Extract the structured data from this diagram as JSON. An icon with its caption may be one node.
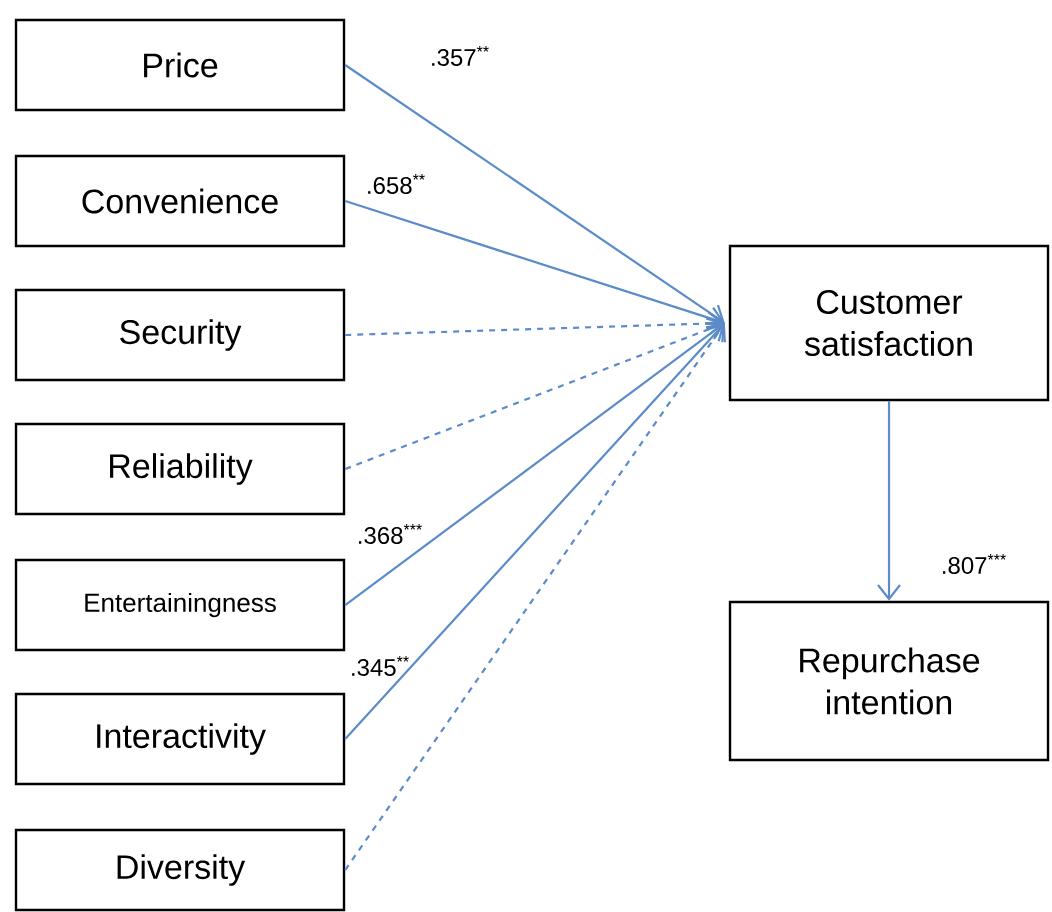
{
  "diagram": {
    "nodes": [
      {
        "text": [
          "Price"
        ]
      },
      {
        "text": [
          "Convenience"
        ]
      },
      {
        "text": [
          "Security"
        ]
      },
      {
        "text": [
          "Reliability"
        ]
      },
      {
        "text": [
          "Entertainingness"
        ]
      },
      {
        "text": [
          "Interactivity"
        ]
      },
      {
        "text": [
          "Diversity"
        ]
      },
      {
        "text": [
          "Customer satisfaction"
        ]
      },
      {
        "text": [
          "Repurchase intention"
        ]
      }
    ],
    "edges": [
      {
        "from": 0,
        "to": 7,
        "arrow": "to",
        "label": ".357$^{**}$"
      },
      {
        "from": 1,
        "to": 7,
        "arrow": "to",
        "label": ".658$^{**}$"
      },
      {
        "from": 2,
        "to": 7,
        "arrow": "to",
        "style": "dashed"
      },
      {
        "from": 3,
        "to": 7,
        "arrow": "to",
        "style": "dashed"
      },
      {
        "from": 4,
        "to": 7,
        "arrow": "to",
        "label": ".368$^{***}$"
      },
      {
        "from": 5,
        "to": 7,
        "arrow": "to",
        "label": ".345$^{**}$"
      },
      {
        "from": 6,
        "to": 7,
        "arrow": "to",
        "style": "dashed"
      },
      {
        "from": 7,
        "to": 8,
        "arrow": "to",
        "label": ".807$^{***}$"
      }
    ]
  }
}
